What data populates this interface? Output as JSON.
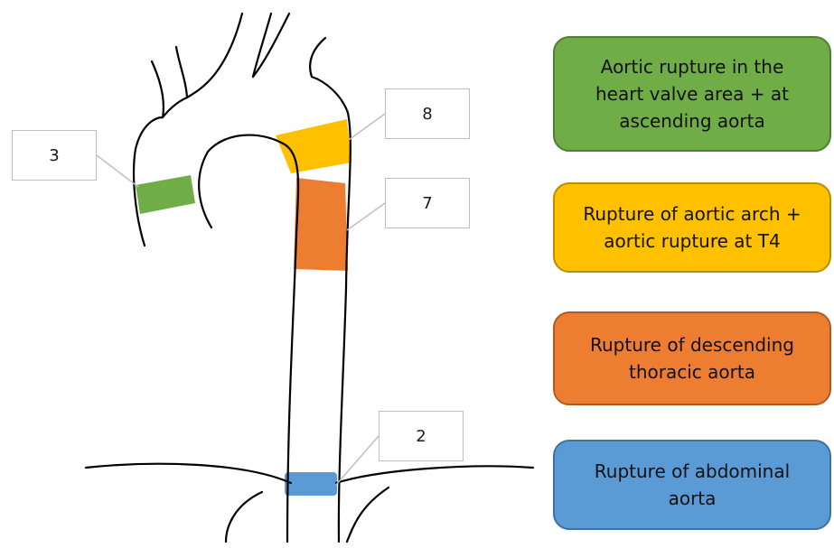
{
  "callouts": {
    "green_label": "3",
    "yellow_label": "8",
    "orange_label": "7",
    "blue_label": "2"
  },
  "legend": [
    {
      "text": "Aortic rupture in the\nheart valve area + at\nascending aorta",
      "color": "#70ad47"
    },
    {
      "text": "Rupture of aortic arch +\naortic rupture at T4",
      "color": "#ffc000"
    },
    {
      "text": "Rupture of descending\nthoracic aorta",
      "color": "#ed7d31"
    },
    {
      "text": "Rupture of abdominal\naorta",
      "color": "#5b9bd5"
    }
  ],
  "colors": {
    "green": "#70ad47",
    "yellow": "#ffc000",
    "orange": "#ed7d31",
    "blue": "#5b9bd5",
    "outline": "#000000",
    "callout_border": "#bfbfbf"
  }
}
